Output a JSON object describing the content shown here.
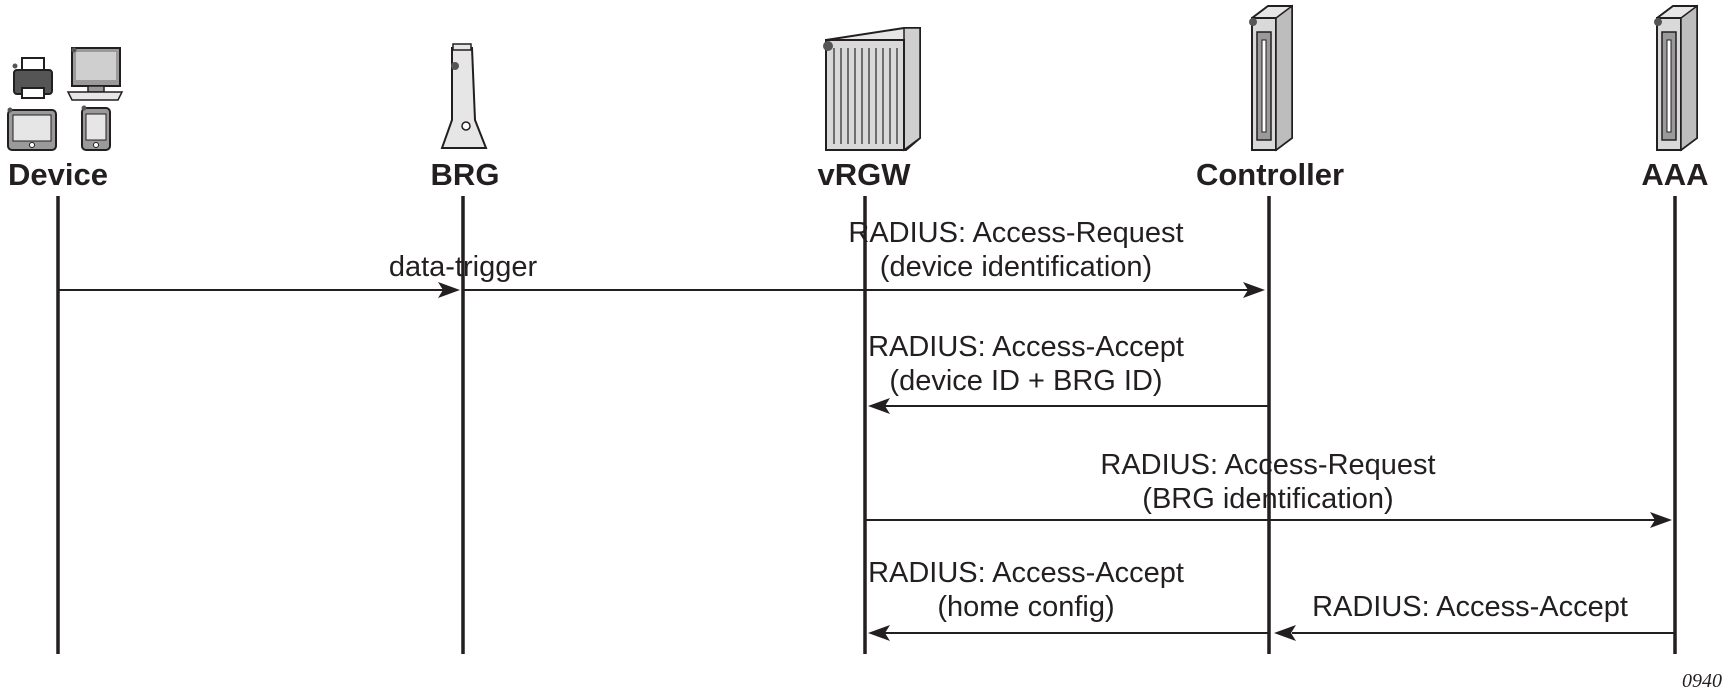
{
  "entities": {
    "device": "Device",
    "brg": "BRG",
    "vrgw": "vRGW",
    "controller": "Controller",
    "aaa": "AAA"
  },
  "messages": {
    "data_trigger": "data-trigger",
    "access_request_1": {
      "line1": "RADIUS: Access-Request",
      "line2": "(device identification)"
    },
    "access_accept_1": {
      "line1": "RADIUS: Access-Accept",
      "line2": "(device ID + BRG ID)"
    },
    "access_request_2": {
      "line1": "RADIUS: Access-Request",
      "line2": "(BRG identification)"
    },
    "access_accept_2": {
      "line1": "RADIUS: Access-Accept",
      "line2": "(home config)"
    },
    "access_accept_aaa": "RADIUS: Access-Accept"
  },
  "figure_id": "0940",
  "colors": {
    "ink": "#231f20",
    "icon_fill": "#e6e6e6",
    "icon_dark": "#555555",
    "server_stripe": "#9a9a9a"
  }
}
